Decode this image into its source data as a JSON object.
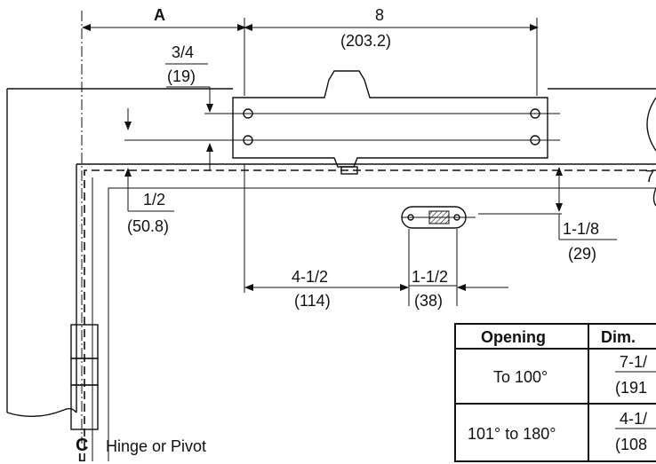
{
  "dimensions": {
    "a_label": "A",
    "eight": "8",
    "eight_mm": "(203.2)",
    "three_quarter": "3/4",
    "three_quarter_mm": "(19)",
    "half": "1/2",
    "half_mm": "(50.8)",
    "one_eighth": "1-1/8",
    "one_eighth_mm": "(29)",
    "four_half": "4-1/2",
    "four_half_mm": "(114)",
    "one_half": "1-1/2",
    "one_half_mm": "(38)",
    "edge_seven": "7"
  },
  "hinge_label": "Hinge or Pivot",
  "centerline_symbol": "C",
  "centerline_sub": "L",
  "table": {
    "headers": [
      "Opening",
      "Dim."
    ],
    "rows": [
      {
        "opening": "To 100°",
        "dim_in": "7-1/",
        "dim_mm": "(191"
      },
      {
        "opening": "101° to 180°",
        "dim_in": "4-1/",
        "dim_mm": "(108"
      }
    ]
  }
}
